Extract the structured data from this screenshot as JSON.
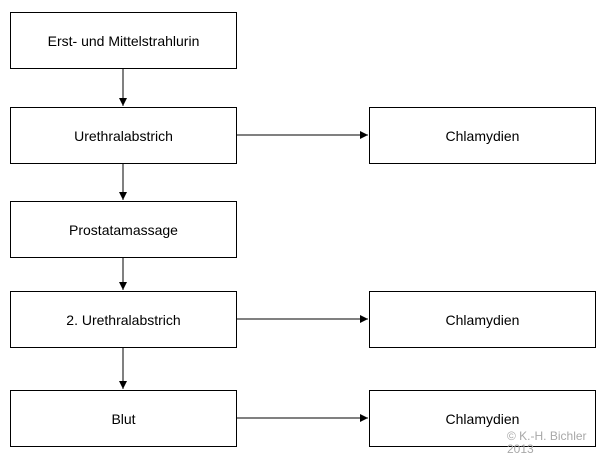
{
  "diagram": {
    "steps": [
      "Erst- und Mittelstrahlurin",
      "Urethralabstrich",
      "Prostatamassage",
      "2. Urethralabstrich",
      "Blut"
    ],
    "results": [
      "Chlamydien",
      "Chlamydien",
      "Chlamydien"
    ]
  },
  "copyright": {
    "line1": "© K.-H. Bichler",
    "line2": "2013"
  }
}
